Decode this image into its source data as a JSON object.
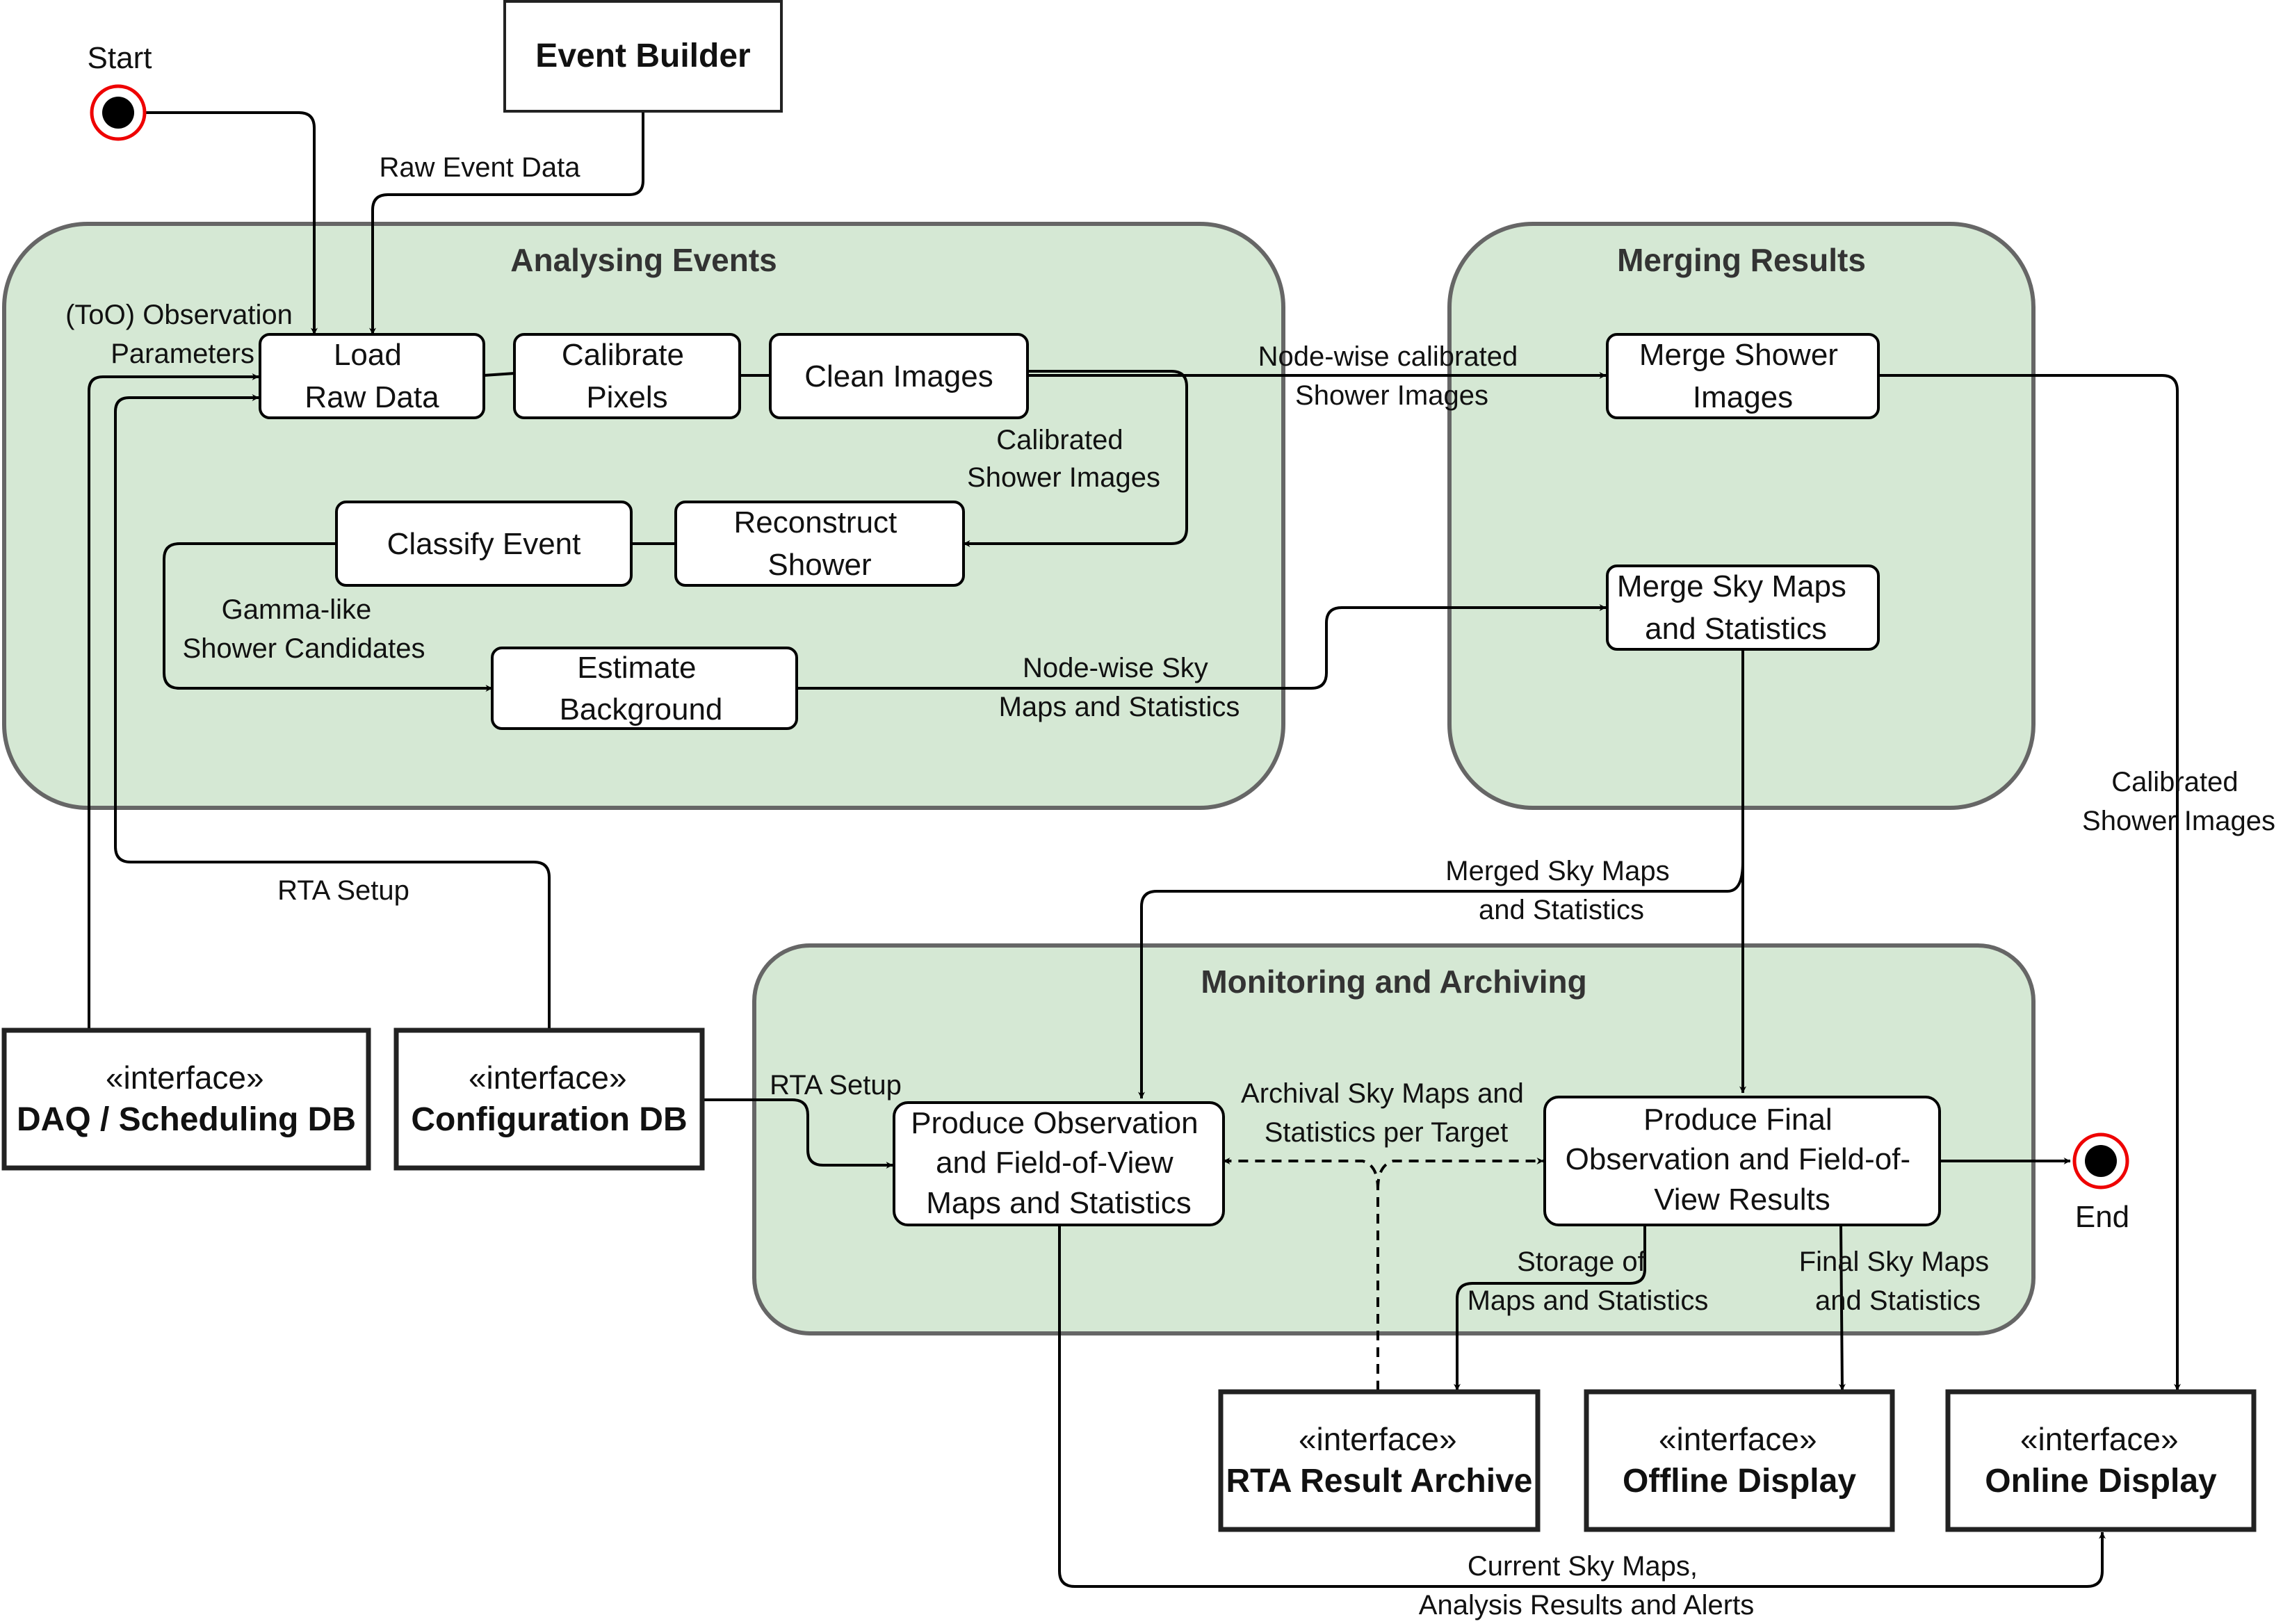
{
  "groups": {
    "analysing": "Analysing Events",
    "merging": "Merging Results",
    "monitoring": "Monitoring and Archiving"
  },
  "start_label": "Start",
  "end_label": "End",
  "event_builder": "Event Builder",
  "stereotype": "«interface»",
  "interfaces": {
    "daq": "DAQ / Scheduling DB",
    "config": "Configuration DB",
    "archive": "RTA Result Archive",
    "offline": "Offline Display",
    "online": "Online Display"
  },
  "actions": {
    "load": [
      "Load",
      "Raw Data"
    ],
    "calibrate": [
      "Calibrate",
      "Pixels"
    ],
    "clean": [
      "Clean Images"
    ],
    "reconstruct": [
      "Reconstruct",
      "Shower"
    ],
    "classify": [
      "Classify Event"
    ],
    "background": [
      "Estimate",
      "Background"
    ],
    "merge_shower": [
      "Merge Shower",
      "Images"
    ],
    "merge_sky": [
      "Merge Sky Maps",
      "and Statistics"
    ],
    "produce_obs": [
      "Produce Observation",
      "and Field-of-View",
      "Maps and Statistics"
    ],
    "produce_final": [
      "Produce Final",
      "Observation and Field-of-",
      "View Results"
    ]
  },
  "edge_labels": {
    "raw_event_data": [
      "Raw Event Data"
    ],
    "too_params": [
      "(ToO) Observation",
      "Parameters"
    ],
    "node_calibrated": [
      "Node-wise calibrated",
      "Shower Images"
    ],
    "calibrated_showers": [
      "Calibrated",
      "Shower Images"
    ],
    "gamma_like": [
      "Gamma-like",
      "Shower Candidates"
    ],
    "node_sky": [
      "Node-wise Sky",
      "Maps and Statistics"
    ],
    "calibrated_right": [
      "Calibrated",
      "Shower Images"
    ],
    "rta_setup_top": [
      "RTA Setup"
    ],
    "merged_sky": [
      "Merged Sky Maps",
      "and Statistics"
    ],
    "rta_setup_mid": [
      "RTA Setup"
    ],
    "archival": [
      "Archival Sky Maps and",
      "Statistics per Target"
    ],
    "storage": [
      "Storage of",
      "Maps and Statistics"
    ],
    "final_sky": [
      "Final Sky Maps",
      "and Statistics"
    ],
    "current_sky": [
      "Current Sky Maps,",
      "Analysis Results and Alerts"
    ]
  }
}
